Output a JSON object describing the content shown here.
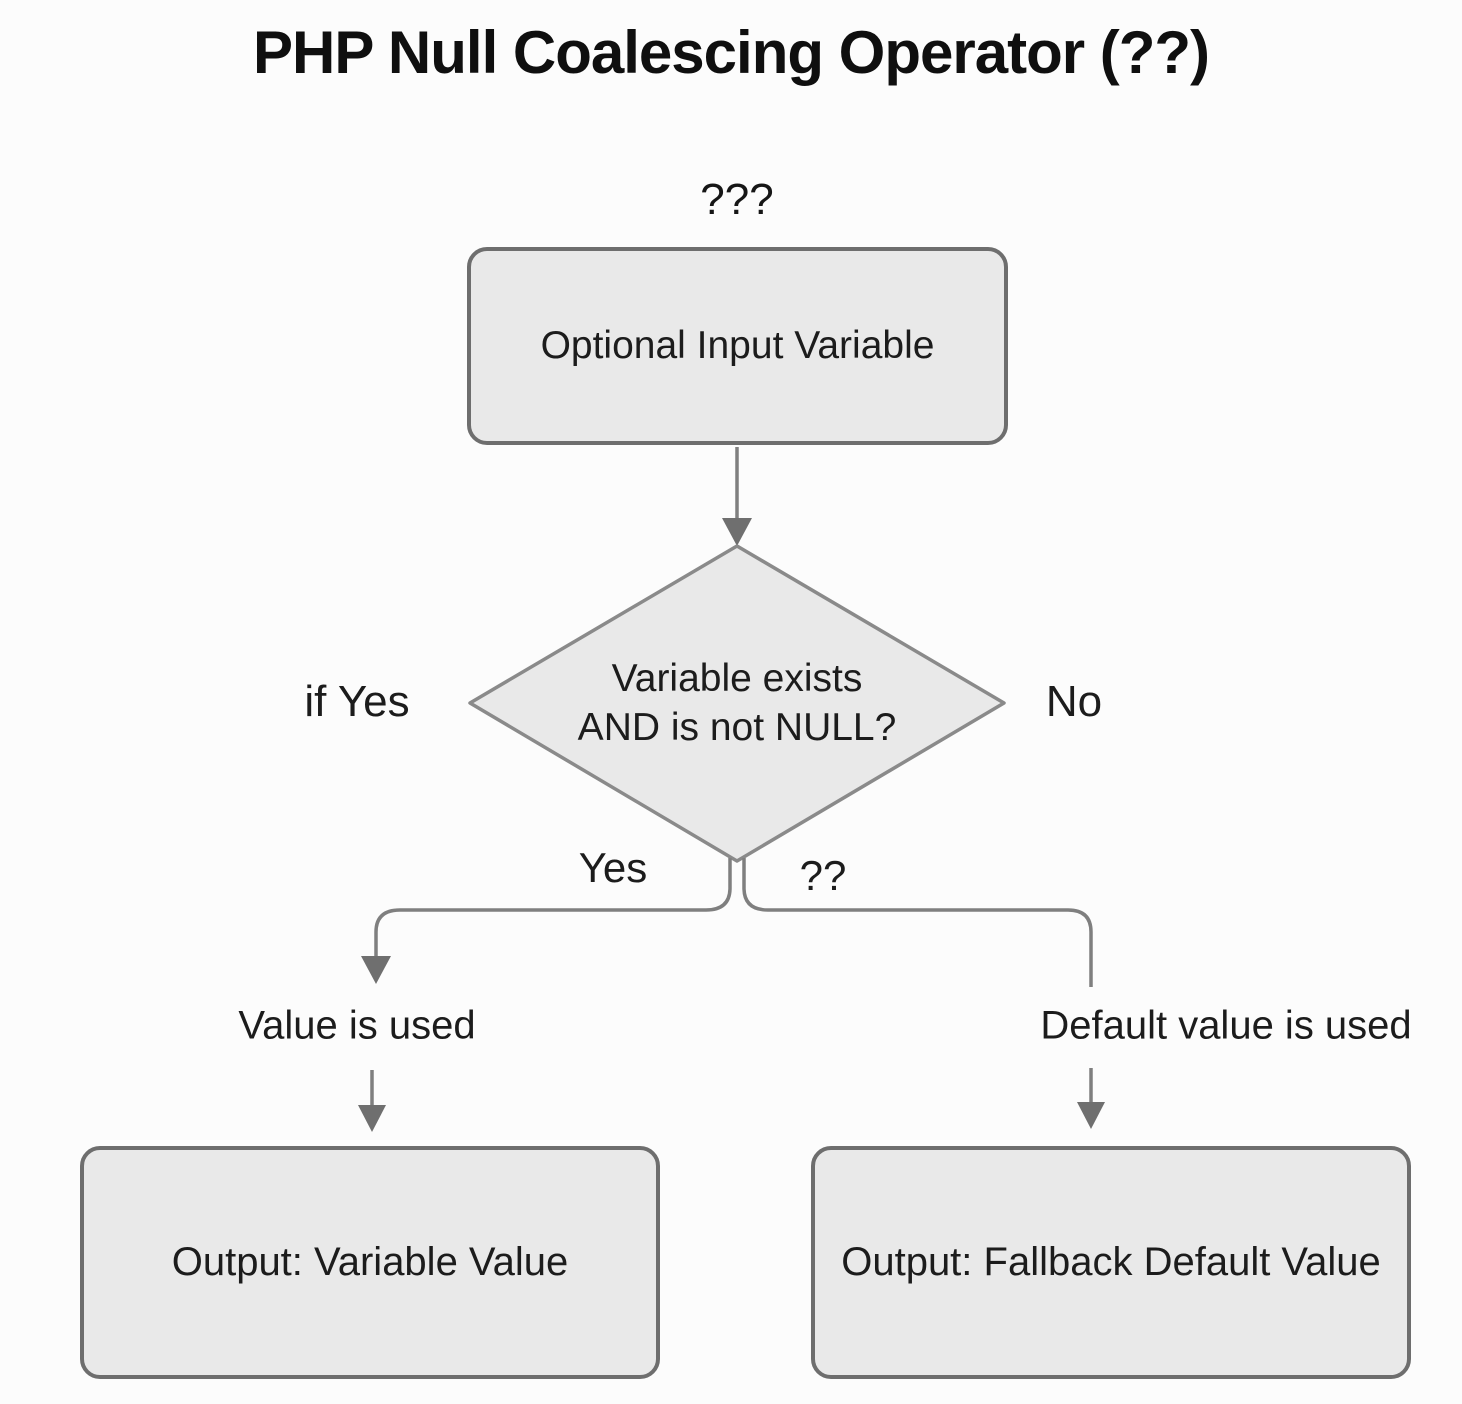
{
  "title": "PHP Null Coalescing Operator (??)",
  "flowchart": {
    "top_operator_label": "???",
    "input_box": {
      "label": "Optional Input Variable"
    },
    "decision": {
      "label_line1": "Variable exists",
      "label_line2": "AND is not NULL?"
    },
    "branch_labels": {
      "left_outer": "if Yes",
      "right_outer": "No",
      "left_inner": "Yes",
      "right_inner": "??"
    },
    "result_labels": {
      "left": "Value is used",
      "right": "Default value is used"
    },
    "output_boxes": {
      "left": {
        "label": "Output: Variable Value"
      },
      "right": {
        "label": "Output: Fallback Default Value"
      }
    },
    "colors": {
      "background": "#fcfcfc",
      "node_fill": "#e9e9e9",
      "node_border": "#6e6e6e",
      "connector": "#7f7f7f",
      "arrowhead": "#6f6f6f",
      "text": "#1c1c1c"
    }
  }
}
